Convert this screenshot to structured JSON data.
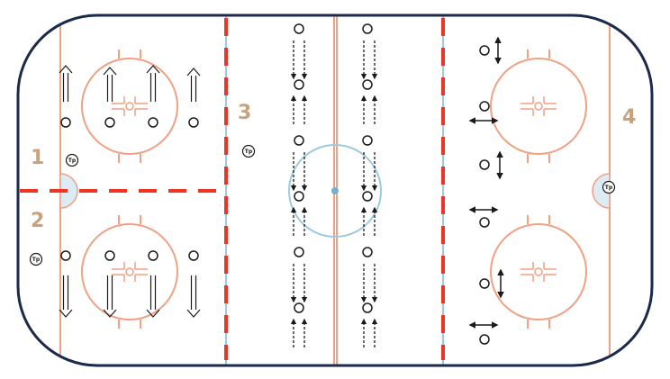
{
  "colors": {
    "board": "#1b2a4a",
    "line": "#f0a083",
    "red": "#ee3524",
    "blue": "#9ccbe0",
    "crease": "#dcecf5",
    "label": "#c9a27c",
    "player": "#1a1a1a"
  },
  "zones": [
    {
      "id": "z1",
      "label": "1"
    },
    {
      "id": "z2",
      "label": "2"
    },
    {
      "id": "z3",
      "label": "3"
    },
    {
      "id": "z4",
      "label": "4"
    }
  ],
  "tp_label": "Tp"
}
